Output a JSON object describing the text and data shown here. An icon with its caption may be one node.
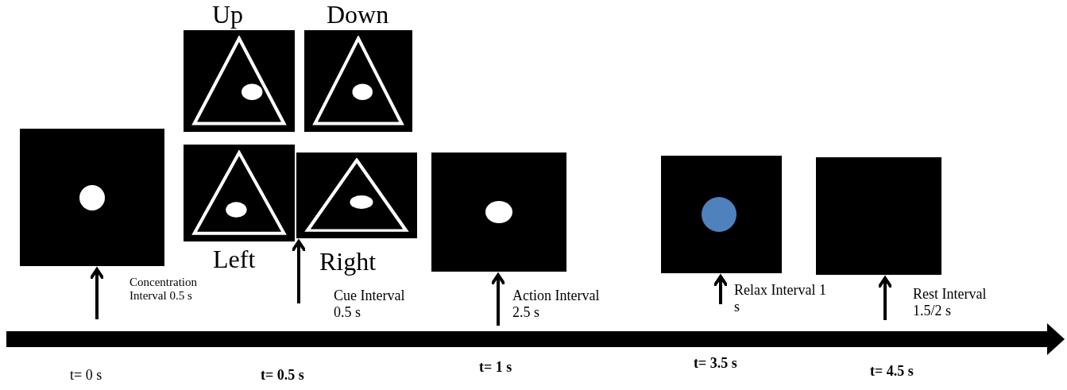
{
  "diagram": {
    "nodes": [
      {
        "text": [],
        "shape": "box"
      },
      {
        "text": [
          "Up"
        ]
      },
      {
        "text": [
          "Down"
        ]
      },
      {
        "text": [
          "Left"
        ]
      },
      {
        "text": [
          "Right"
        ]
      },
      {
        "text": [],
        "shape": "box"
      },
      {
        "text": [],
        "shape": "box"
      },
      {
        "text": [],
        "shape": "box"
      }
    ],
    "edges": [
      {
        "from": null,
        "to": 0,
        "arrow": "to"
      },
      {
        "from": null,
        "to": 4,
        "arrow": "to"
      },
      {
        "from": null,
        "to": 5,
        "arrow": "to"
      },
      {
        "from": null,
        "to": 6,
        "arrow": "to"
      },
      {
        "from": null,
        "to": 7,
        "arrow": "to"
      }
    ],
    "labels": [
      "Concentration Interval 0.5 s",
      "Cue Interval 0.5 s",
      "Action Interval 2.5 s",
      "Relax Interval 1 s",
      "Rest Interval 1.5/2 s",
      "t= 0 s",
      "t= 0.5 s",
      "t= 1 s",
      "t= 3.5 s",
      "t= 4.5 s"
    ]
  }
}
